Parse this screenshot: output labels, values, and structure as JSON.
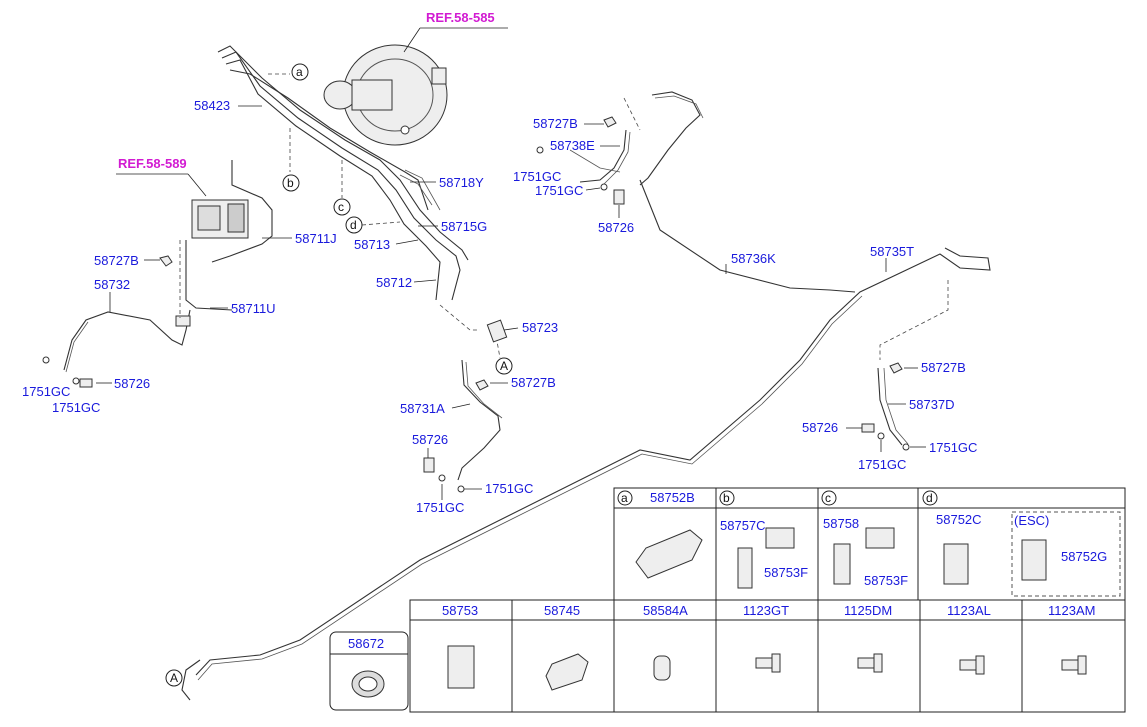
{
  "refs": {
    "booster": "REF.58-585",
    "abs": "REF.58-589"
  },
  "callouts": {
    "a": "a",
    "b": "b",
    "c": "c",
    "d": "d",
    "A": "A"
  },
  "labels": {
    "p58423": "58423",
    "p58718Y": "58718Y",
    "p58715G": "58715G",
    "p58713": "58713",
    "p58712": "58712",
    "p58711J": "58711J",
    "p58727B_l": "58727B",
    "p58732": "58732",
    "p58711U": "58711U",
    "p1751GC_l1": "1751GC",
    "p58726_l": "58726",
    "p1751GC_l2": "1751GC",
    "p58723": "58723",
    "p58727B_c": "58727B",
    "p58731A": "58731A",
    "p58726_c": "58726",
    "p1751GC_c1": "1751GC",
    "p1751GC_c2": "1751GC",
    "p58727B_t": "58727B",
    "p58738E": "58738E",
    "p1751GC_t1": "1751GC",
    "p1751GC_t2": "1751GC",
    "p58726_t": "58726",
    "p58736K": "58736K",
    "p58735T": "58735T",
    "p58727B_r": "58727B",
    "p58737D": "58737D",
    "p58726_r": "58726",
    "p1751GC_r1": "1751GC",
    "p1751GC_r2": "1751GC",
    "p58672": "58672"
  },
  "table_top": {
    "sections": [
      {
        "letter": "a",
        "parts": [
          "58752B"
        ]
      },
      {
        "letter": "b",
        "parts": [
          "58757C",
          "58753F"
        ]
      },
      {
        "letter": "c",
        "parts": [
          "58758",
          "58753F"
        ]
      },
      {
        "letter": "d",
        "parts": [
          "58752C",
          "58752G"
        ],
        "esc": "(ESC)"
      }
    ]
  },
  "table_bottom": {
    "headers": [
      "58753",
      "58745",
      "58584A",
      "1123GT",
      "1125DM",
      "1123AL",
      "1123AM"
    ]
  }
}
